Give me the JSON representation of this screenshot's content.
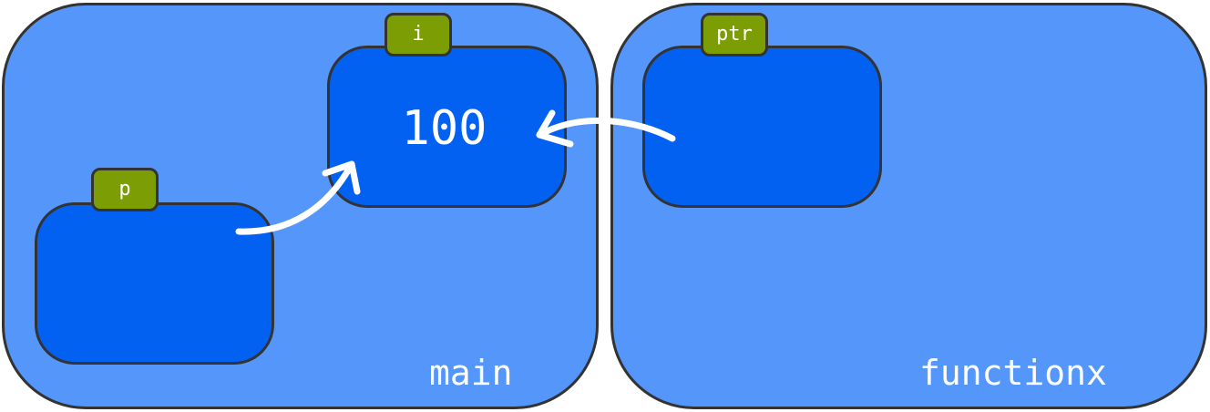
{
  "frames": {
    "main": {
      "label": "main"
    },
    "functionx": {
      "label": "functionx"
    }
  },
  "variables": {
    "i": {
      "tag": "i",
      "value": "100"
    },
    "p": {
      "tag": "p",
      "value": ""
    },
    "ptr": {
      "tag": "ptr",
      "value": ""
    }
  },
  "pointers": [
    {
      "from": "p",
      "to": "i"
    },
    {
      "from": "ptr",
      "to": "i"
    }
  ],
  "colors": {
    "frame_fill": "#5596fb",
    "variable_fill": "#0361f2",
    "tag_fill": "#7d9d05",
    "outline": "#333333",
    "arrow": "#ffffff",
    "text": "#ffffff"
  }
}
